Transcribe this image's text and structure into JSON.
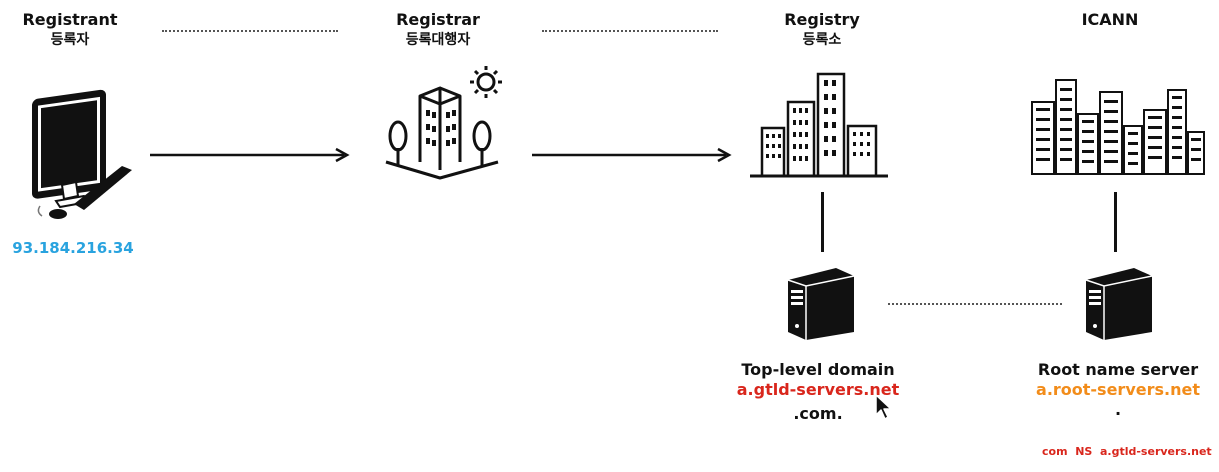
{
  "nodes": {
    "registrant": {
      "title": "Registrant",
      "subtitle": "등록자",
      "ip": "93.184.216.34",
      "ip_color": "#29a3df"
    },
    "registrar": {
      "title": "Registrar",
      "subtitle": "등록대행자"
    },
    "registry": {
      "title": "Registry",
      "subtitle": "등록소"
    },
    "icann": {
      "title": "ICANN"
    }
  },
  "servers": {
    "tld": {
      "title": "Top-level domain",
      "host": "a.gtld-servers.net",
      "host_color": "#d9261c",
      "zone": ".com."
    },
    "root": {
      "title": "Root name server",
      "host": "a.root-servers.net",
      "host_color": "#f28c1a",
      "zone": ".",
      "record": "com  NS  a.gtld-servers.net",
      "record_color": "#d9261c"
    }
  },
  "icons": [
    "desktop-computer-icon",
    "office-building-icon",
    "sun-icon",
    "tree-icon",
    "city-skyline-icon",
    "server-tower-icon",
    "mouse-cursor-icon"
  ]
}
